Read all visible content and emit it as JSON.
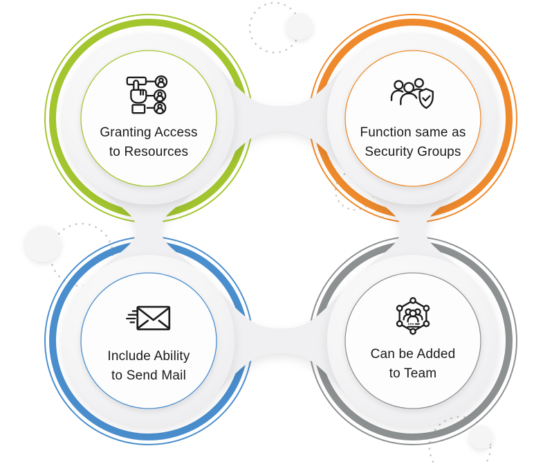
{
  "diagram": {
    "type": "infographic-four-node",
    "nodes": [
      {
        "id": "granting-access",
        "label": "Granting Access to Resources",
        "label_line1": "Granting Access",
        "label_line2": "to Resources",
        "color": "#a3c62f",
        "icon": "tap-user-network-icon"
      },
      {
        "id": "security-groups",
        "label": "Function same as Security Groups",
        "label_line1": "Function same as",
        "label_line2": "Security Groups",
        "color": "#ef8a2c",
        "icon": "users-shield-check-icon"
      },
      {
        "id": "send-mail",
        "label": "Include Ability to Send Mail",
        "label_line1": "Include Ability",
        "label_line2": "to Send Mail",
        "color": "#4a8ecd",
        "icon": "speeding-envelope-icon"
      },
      {
        "id": "added-to-team",
        "label": "Can be Added to Team",
        "label_line1": "Can be Added",
        "label_line2": "to Team",
        "color": "#8e9192",
        "icon": "hexagon-team-icon"
      }
    ],
    "decor": {
      "dot_color": "#c9c9c9",
      "blob_color": "#f5f5f6",
      "connector_color": "#f0f0f2"
    },
    "text_color": "#191919"
  }
}
